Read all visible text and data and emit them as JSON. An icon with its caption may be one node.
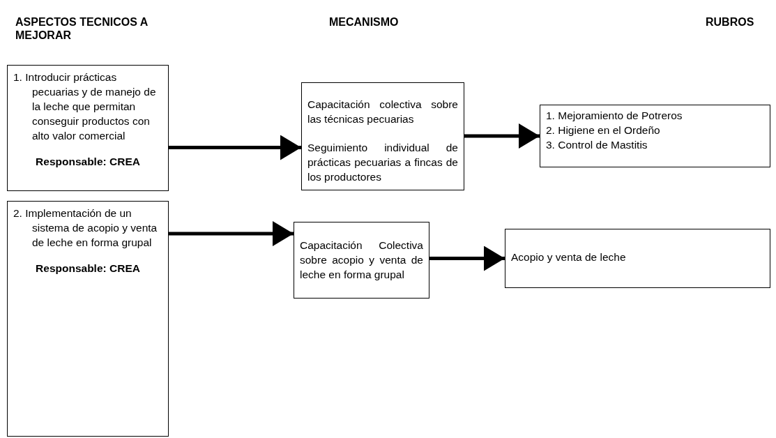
{
  "diagram": {
    "nodes": [
      {
        "text": [
          "1. Introducir prácticas pecuarias y de manejo de la leche que permitan conseguir productos con alto valor comercial",
          "Responsable: CREA"
        ]
      },
      {
        "text": [
          "Capacitación colectiva sobre las técnicas pecuarias",
          "Seguimiento individual de prácticas pecuarias a fincas de los productores"
        ]
      },
      {
        "text": [
          "1. Mejoramiento de Potreros",
          "2. Higiene en el Ordeño",
          "3. Control de Mastitis"
        ]
      },
      {
        "text": [
          "2. Implementación de un sistema de acopio y venta de leche en forma grupal",
          "Responsable: CREA"
        ]
      },
      {
        "text": [
          "Capacitación Colectiva sobre acopio y venta de leche en forma grupal"
        ]
      },
      {
        "text": [
          "Acopio y venta de leche"
        ]
      }
    ],
    "edges": [
      {
        "from": 0,
        "to": 1,
        "arrow": "to"
      },
      {
        "from": 1,
        "to": 2,
        "arrow": "to"
      },
      {
        "from": 3,
        "to": 4,
        "arrow": "to"
      },
      {
        "from": 4,
        "to": 5,
        "arrow": "to"
      }
    ],
    "labels": [
      "ASPECTOS TECNICOS A MEJORAR",
      "MECANISMO",
      "RUBROS"
    ]
  }
}
